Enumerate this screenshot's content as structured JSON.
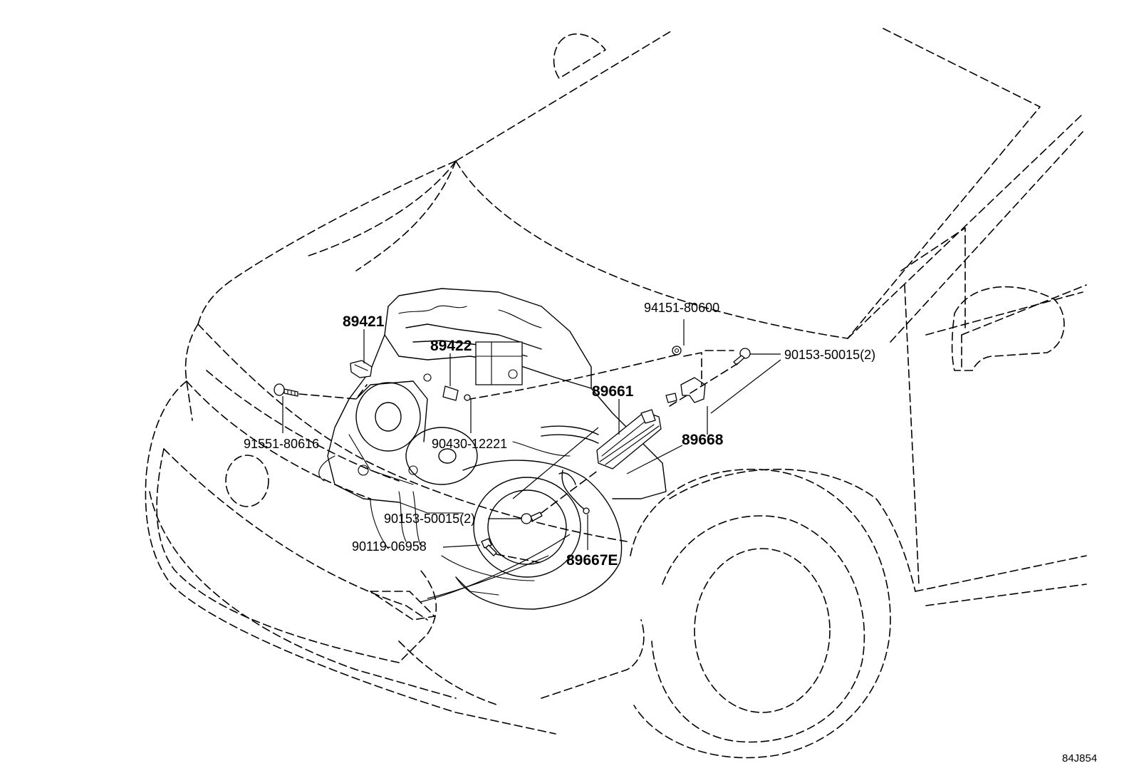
{
  "callouts": {
    "p89421": "89421",
    "p89422": "89422",
    "p91551": "91551-80616",
    "p90430": "90430-12221",
    "p94151": "94151-80600",
    "p90153_right": "90153-50015(2)",
    "p89661": "89661",
    "p89668": "89668",
    "p90153_left": "90153-50015(2)",
    "p90119": "90119-06958",
    "p89667": "89667E"
  },
  "drawing_id": "84J854"
}
